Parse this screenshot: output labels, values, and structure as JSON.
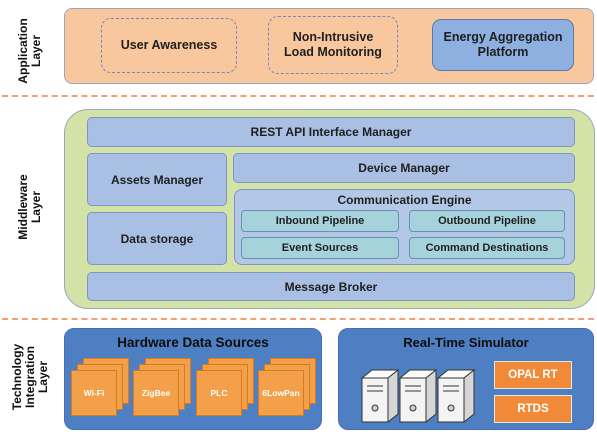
{
  "layers": {
    "application": {
      "label_line1": "Application",
      "label_line2": "Layer",
      "user_awareness": "User Awareness",
      "nilm_line1": "Non-Intrusive",
      "nilm_line2": "Load Monitoring",
      "eap_line1": "Energy Aggregation",
      "eap_line2": "Platform"
    },
    "middleware": {
      "label_line1": "Middleware",
      "label_line2": "Layer",
      "rest_api": "REST API Interface Manager",
      "assets_manager": "Assets Manager",
      "device_manager": "Device Manager",
      "data_storage": "Data storage",
      "communication_engine": "Communication Engine",
      "inbound_pipeline": "Inbound Pipeline",
      "outbound_pipeline": "Outbound Pipeline",
      "event_sources": "Event Sources",
      "command_destinations": "Command Destinations",
      "message_broker": "Message Broker"
    },
    "technology": {
      "label_line1": "Technology",
      "label_line2": "Integration",
      "label_line3": "Layer",
      "hardware_title": "Hardware Data Sources",
      "sources": [
        "Wi-Fi",
        "ZigBee",
        "PLC",
        "6LowPan"
      ],
      "simulator_title": "Real-Time Simulator",
      "opal_rt": "OPAL RT",
      "rtds": "RTDS"
    }
  },
  "colors": {
    "application_bg": "#f9c79e",
    "middleware_bg": "#d3e2a6",
    "technology_bg": "#4f7fc3",
    "component_blue": "#a9bfe4",
    "pipeline_teal": "#a6d2dc",
    "accent_orange": "#f08a38",
    "separator": "#f2a072"
  }
}
